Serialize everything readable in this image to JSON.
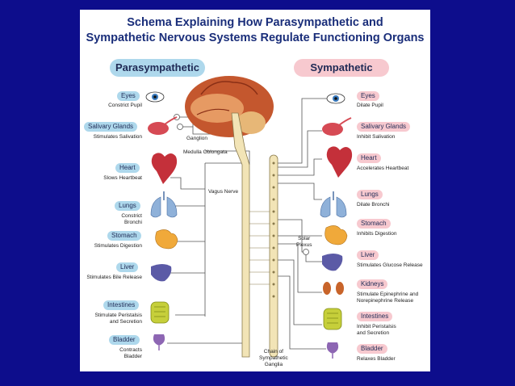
{
  "title": {
    "line1": "Schema Explaining How Parasympathetic and",
    "line2": "Sympathetic Nervous Systems Regulate Functioning Organs"
  },
  "headers": {
    "parasympathetic": "Parasympathetic",
    "sympathetic": "Sympathetic"
  },
  "parasympathetic": [
    {
      "label": "Eyes",
      "desc": "Constrict Pupil"
    },
    {
      "label": "Salivary Glands",
      "desc": "Stimulates Salivation"
    },
    {
      "label": "Heart",
      "desc": "Slows Heartbeat"
    },
    {
      "label": "Lungs",
      "desc": "Constrict\nBronchi"
    },
    {
      "label": "Stomach",
      "desc": "Stimulates Digestion"
    },
    {
      "label": "Liver",
      "desc": "Stimulates Bile Release"
    },
    {
      "label": "Intestines",
      "desc": "Stimulate Peristalsis\nand Secretion"
    },
    {
      "label": "Bladder",
      "desc": "Contracts\nBladder"
    }
  ],
  "sympathetic": [
    {
      "label": "Eyes",
      "desc": "Dilate Pupil"
    },
    {
      "label": "Salivary Glands",
      "desc": "Inhibit Salivation"
    },
    {
      "label": "Heart",
      "desc": "Accelerates Heartbeat"
    },
    {
      "label": "Lungs",
      "desc": "Dilate Bronchi"
    },
    {
      "label": "Stomach",
      "desc": "Inhibits Digestion"
    },
    {
      "label": "Liver",
      "desc": "Stimulates Glucose Release"
    },
    {
      "label": "Kidneys",
      "desc": "Stimulate Epinephrine and\nNorepinephrine Release"
    },
    {
      "label": "Intestines",
      "desc": "Inhibit Peristalsis\nand Secretion"
    },
    {
      "label": "Bladder",
      "desc": "Relaxes Bladder"
    }
  ],
  "annotations": {
    "ganglion": "Ganglion",
    "medulla": "Medulla Oblongata",
    "vagus": "Vagus Nerve",
    "solar": "Solar\nPlexus",
    "chain": "Chain of\nSympathetic\nGanglia"
  },
  "colors": {
    "background": "#0d0d8c",
    "title": "#1a2e7a",
    "para_label": "#aed8ec",
    "symp_label": "#f7c9cf",
    "brain": "#c4572e",
    "spine": "#f2e4b6"
  },
  "icons": [
    "eye-icon",
    "salivary-gland-icon",
    "heart-icon",
    "lungs-icon",
    "stomach-icon",
    "liver-icon",
    "kidneys-icon",
    "intestines-icon",
    "bladder-icon",
    "brain-icon"
  ]
}
